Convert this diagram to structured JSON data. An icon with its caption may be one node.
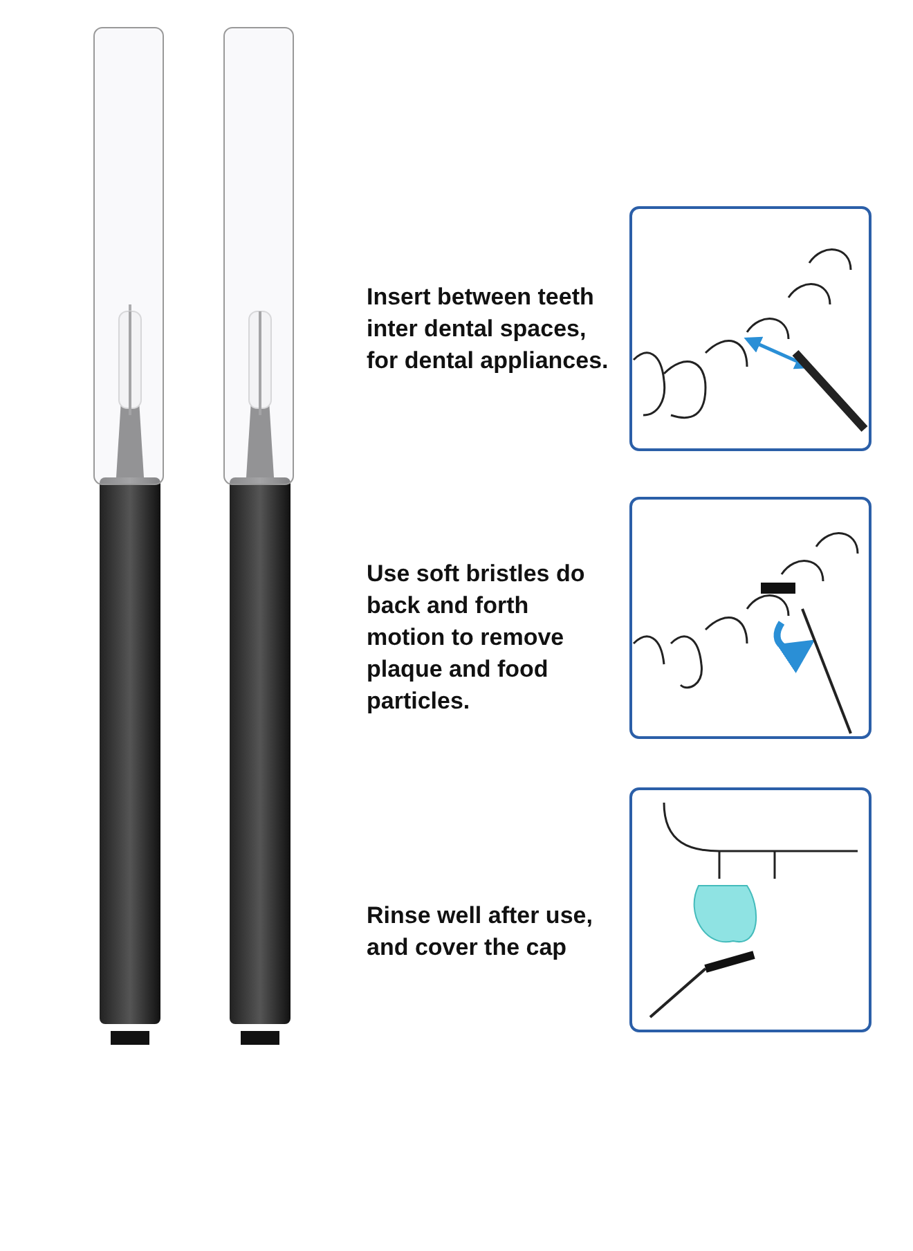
{
  "diagram": {
    "labels": [
      "Insert between teeth inter dental spaces, for dental appliances.",
      "Use soft bristles do back and forth motion to remove plaque and food particles.",
      "Rinse well after use, and cover the cap"
    ]
  }
}
